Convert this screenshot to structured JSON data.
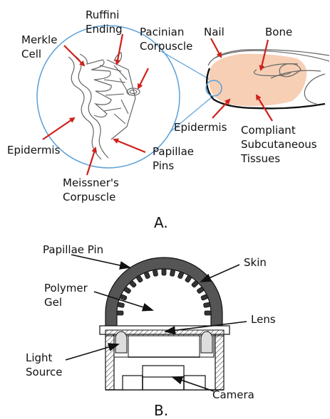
{
  "panel_a": {
    "label": "A.",
    "labels": {
      "ruffini_line1": "Ruffini",
      "ruffini_line2": "Ending",
      "merkle_line1": "Merkle",
      "merkle_line2": "Cell",
      "pacinian_line1": "Pacinian",
      "pacinian_line2": "Corpuscle",
      "nail": "Nail",
      "bone": "Bone",
      "epidermis_left": "Epidermis",
      "epidermis_right": "Epidermis",
      "compliant_line1": "Compliant",
      "compliant_line2": "Subcutaneous",
      "compliant_line3": "Tissues",
      "papillae_line1": "Papillae",
      "papillae_line2": "Pins",
      "meissner_line1": "Meissner's",
      "meissner_line2": "Corpuscle"
    },
    "colors": {
      "arrow": "#d0201a",
      "magnifier": "#5aa0d8",
      "tissue": "#f6cfb5"
    }
  },
  "panel_b": {
    "label": "B.",
    "labels": {
      "papillae_pin": "Papillae Pin",
      "skin": "Skin",
      "polymer_line1": "Polymer",
      "polymer_line2": "Gel",
      "lens": "Lens",
      "light_line1": "Light",
      "light_line2": "Source",
      "camera": "Camera"
    }
  }
}
